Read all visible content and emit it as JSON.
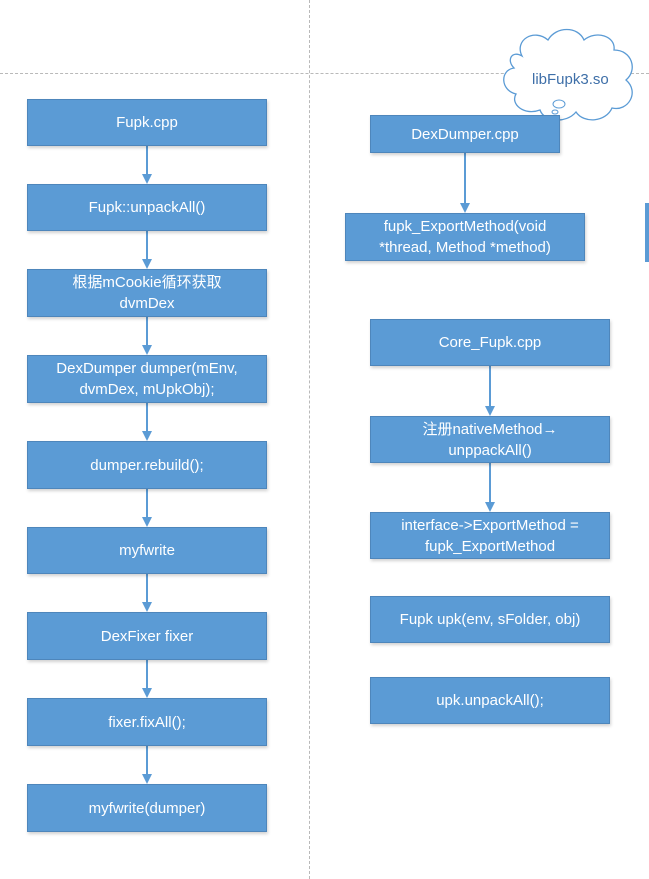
{
  "left_flow": [
    "Fupk.cpp",
    "Fupk::unpackAll()",
    [
      "根据mCookie循环获取",
      "dvmDex"
    ],
    [
      "DexDumper dumper(mEnv,",
      "dvmDex, mUpkObj);"
    ],
    "dumper.rebuild();",
    "myfwrite",
    "DexFixer fixer",
    "fixer.fixAll();",
    "myfwrite(dumper)"
  ],
  "right_top": {
    "cloud_label": "libFupk3.so",
    "file": "DexDumper.cpp",
    "method": [
      "fupk_ExportMethod(void",
      "*thread, Method *method)"
    ]
  },
  "right_flow": [
    "Core_Fupk.cpp",
    [
      "注册nativeMethod→",
      "unppackAll()"
    ],
    [
      "interface->ExportMethod =",
      "fupk_ExportMethod"
    ],
    "Fupk upk(env, sFolder, obj)",
    "upk.unpackAll();"
  ],
  "colors": {
    "box_fill": "#5b9bd5",
    "box_border": "#4e86bb",
    "cloud_text": "#3e6fa8"
  }
}
